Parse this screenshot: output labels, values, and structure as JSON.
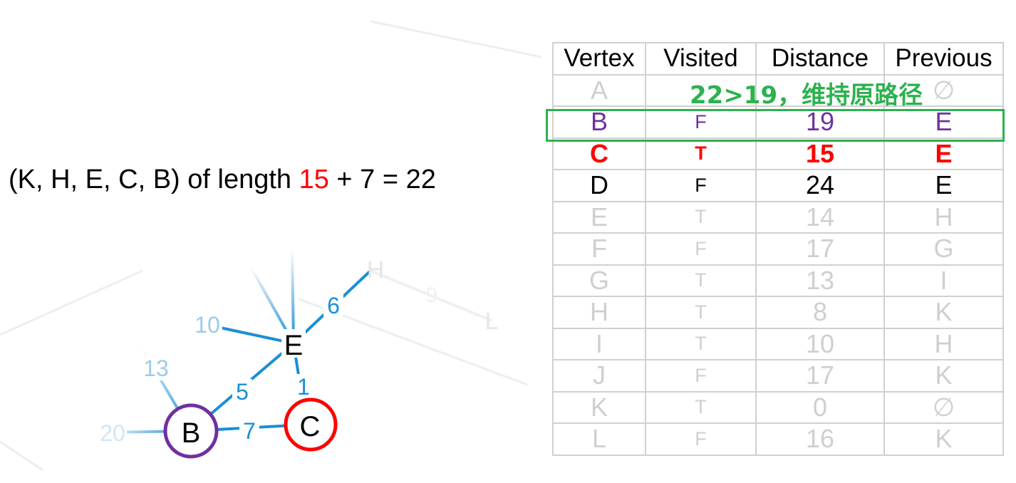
{
  "path_label": {
    "prefix": "(K, H, E, C, B) of length ",
    "highlight": "15",
    "suffix": " + 7 = 22"
  },
  "annotation": "22>19，维持原路径",
  "table": {
    "headers": [
      "Vertex",
      "Visited",
      "Distance",
      "Previous"
    ],
    "rows": [
      {
        "vertex": "A",
        "visited": "",
        "distance": "",
        "previous": "∅",
        "style": "faded"
      },
      {
        "vertex": "B",
        "visited": "F",
        "distance": "19",
        "previous": "E",
        "style": "active-b"
      },
      {
        "vertex": "C",
        "visited": "T",
        "distance": "15",
        "previous": "E",
        "style": "active-c"
      },
      {
        "vertex": "D",
        "visited": "F",
        "distance": "24",
        "previous": "E",
        "style": "normal"
      },
      {
        "vertex": "E",
        "visited": "T",
        "distance": "14",
        "previous": "H",
        "style": "faded"
      },
      {
        "vertex": "F",
        "visited": "F",
        "distance": "17",
        "previous": "G",
        "style": "faded"
      },
      {
        "vertex": "G",
        "visited": "T",
        "distance": "13",
        "previous": "I",
        "style": "faded"
      },
      {
        "vertex": "H",
        "visited": "T",
        "distance": "8",
        "previous": "K",
        "style": "faded"
      },
      {
        "vertex": "I",
        "visited": "T",
        "distance": "10",
        "previous": "H",
        "style": "faded"
      },
      {
        "vertex": "J",
        "visited": "F",
        "distance": "17",
        "previous": "K",
        "style": "faded"
      },
      {
        "vertex": "K",
        "visited": "T",
        "distance": "0",
        "previous": "∅",
        "style": "faded"
      },
      {
        "vertex": "L",
        "visited": "F",
        "distance": "16",
        "previous": "K",
        "style": "faded"
      }
    ]
  },
  "graph": {
    "nodes": [
      {
        "id": "E",
        "label": "E"
      },
      {
        "id": "B",
        "label": "B",
        "ring": "#7030a0"
      },
      {
        "id": "C",
        "label": "C",
        "ring": "#ff0000"
      },
      {
        "id": "H",
        "label": "H",
        "faded": true
      },
      {
        "id": "L",
        "label": "L",
        "faded": true
      }
    ],
    "edge_labels": [
      {
        "id": "HE",
        "text": "6"
      },
      {
        "id": "XE",
        "text": "10"
      },
      {
        "id": "EC",
        "text": "1"
      },
      {
        "id": "EB",
        "text": "5"
      },
      {
        "id": "BC",
        "text": "7"
      },
      {
        "id": "YB",
        "text": "13"
      },
      {
        "id": "ZB",
        "text": "20"
      },
      {
        "id": "HL",
        "text": "9"
      }
    ]
  },
  "colors": {
    "edge": "#1a8fd6",
    "ring_b": "#7030a0",
    "ring_c": "#ff0000",
    "note": "#2cb24e",
    "highlight": "#ff0000"
  }
}
